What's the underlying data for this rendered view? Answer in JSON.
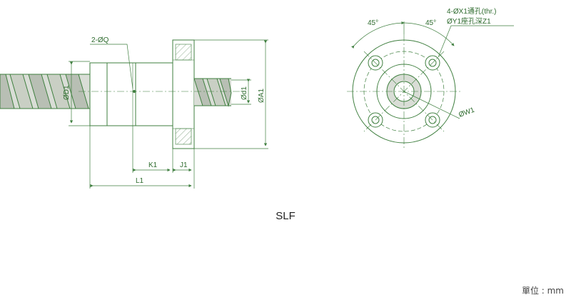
{
  "model_label": "SLF",
  "unit_label": "單位 : mm",
  "colors": {
    "outline": "#3f7f3f",
    "dim_text": "#2e6b2e",
    "centerline": "#3f7f3f"
  },
  "side_view": {
    "labels": {
      "q_holes": "2-ØQ",
      "screw_dia": "ØD1",
      "shaft_dia": "Ød1",
      "flange_dia": "ØA1",
      "k1": "K1",
      "j1": "J1",
      "l1": "L1"
    }
  },
  "front_view": {
    "labels": {
      "through_hole": "4-ØX1通孔(thr.)",
      "counterbore": "ØY1座孔深Z1",
      "angle_left": "45°",
      "angle_right": "45°",
      "bolt_circle": "ØW1"
    }
  }
}
